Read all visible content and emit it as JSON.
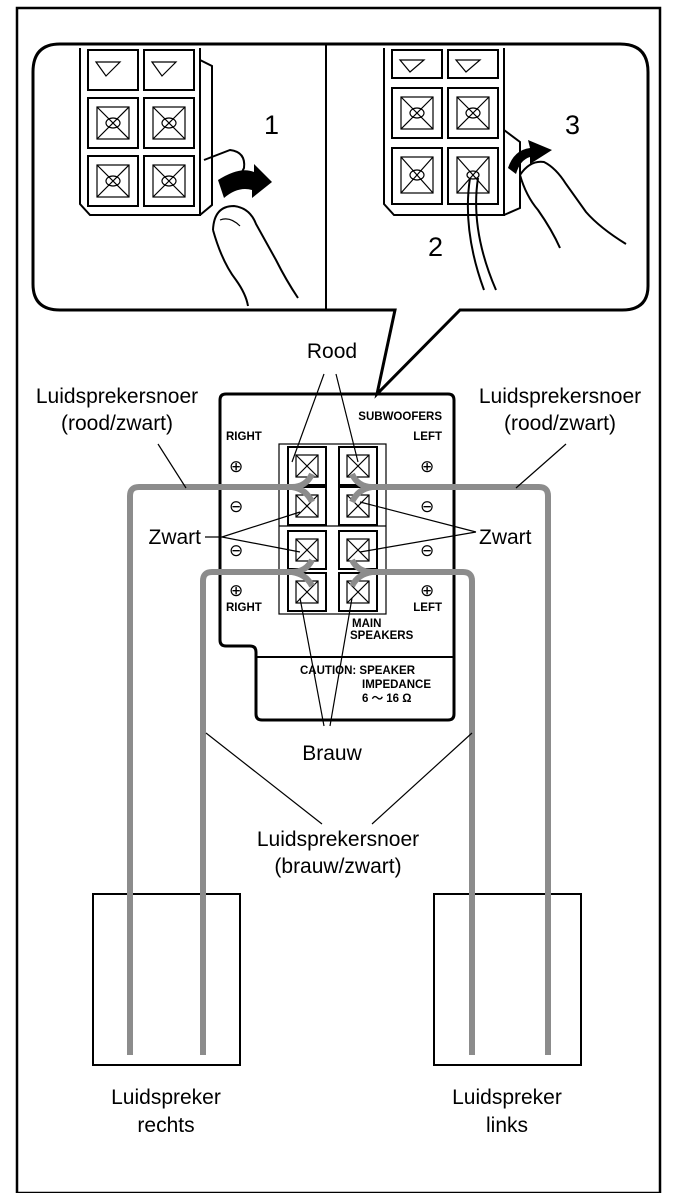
{
  "steps": [
    "1",
    "2",
    "3"
  ],
  "panel": {
    "subwoofers": "SUBWOOFERS",
    "right_top": "RIGHT",
    "left_top": "LEFT",
    "right_bottom": "RIGHT",
    "left_bottom": "LEFT",
    "main": "MAIN",
    "speakers": "SPEAKERS",
    "caution": "CAUTION: SPEAKER",
    "impedance": "IMPEDANCE",
    "impedance_value": "6 ～ 16 Ω",
    "plus_symbol": "⊕",
    "minus_symbol": "⊖"
  },
  "labels": {
    "rood": "Rood",
    "brauw": "Brauw",
    "zwart_left": "Zwart",
    "zwart_right": "Zwart",
    "cord_left_line1": "Luidsprekersnoer",
    "cord_left_line2": "(rood/zwart)",
    "cord_right_line1": "Luidsprekersnoer",
    "cord_right_line2": "(rood/zwart)",
    "cord_main_line1": "Luidsprekersnoer",
    "cord_main_line2": "(brauw/zwart)",
    "speaker_right_line1": "Luidspreker",
    "speaker_right_line2": "rechts",
    "speaker_left_line1": "Luidspreker",
    "speaker_left_line2": "links"
  },
  "colors": {
    "wire": "#8c8c8c",
    "line": "#000000",
    "background": "#ffffff"
  }
}
